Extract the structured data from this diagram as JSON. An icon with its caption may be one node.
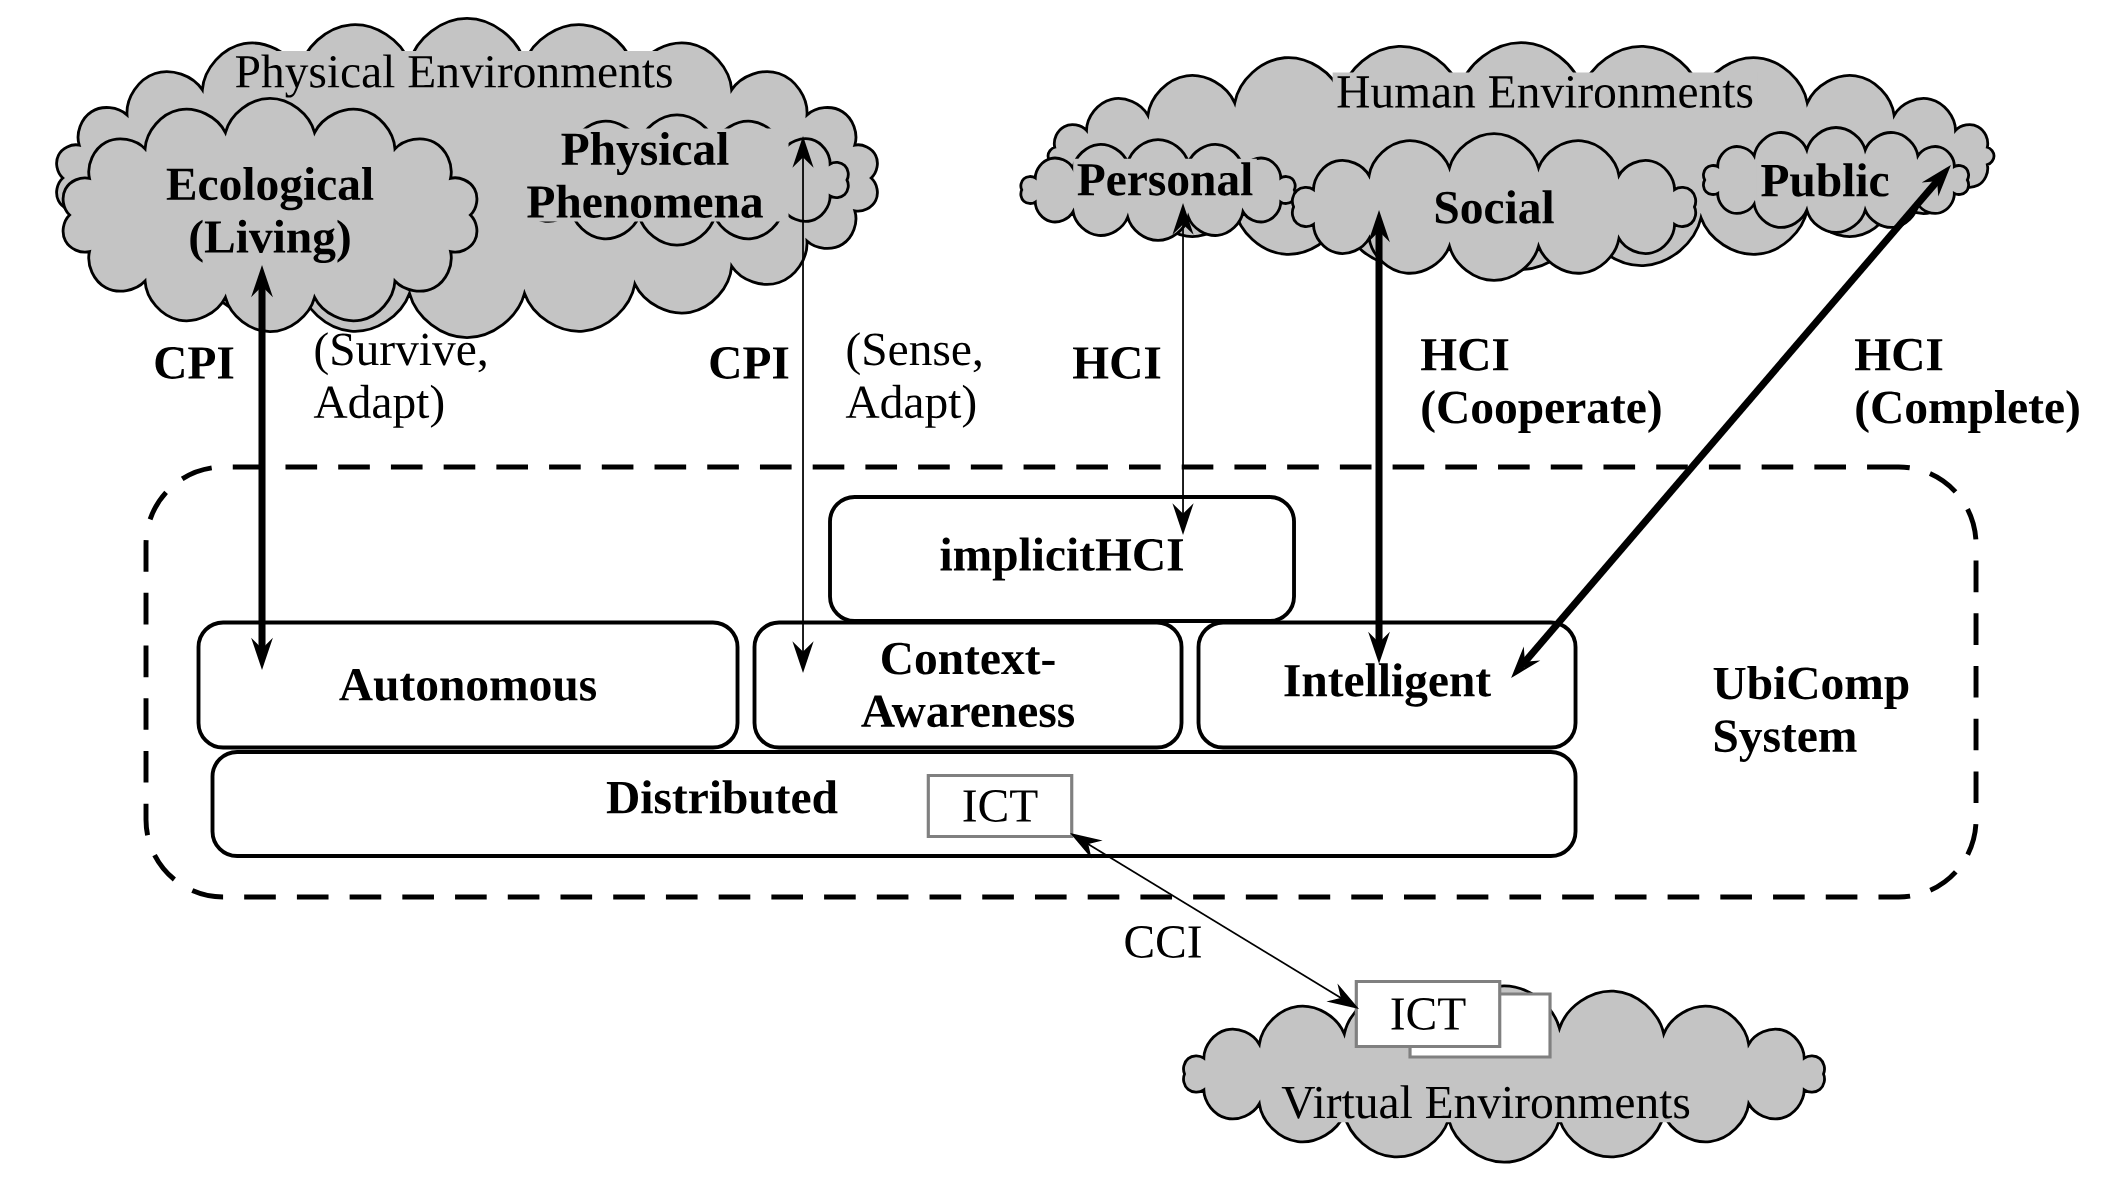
{
  "diagram": {
    "nodes": [
      {
        "text": [
          "Physical Environments"
        ]
      },
      {
        "text": [
          "Ecological (Living)"
        ],
        "in": 0
      },
      {
        "text": [
          "Physical Phenomena"
        ],
        "in": 0
      },
      {
        "text": [
          "Human Environments"
        ]
      },
      {
        "text": [
          "Personal"
        ],
        "in": 3
      },
      {
        "text": [
          "Social"
        ],
        "in": 3
      },
      {
        "text": [
          "Public"
        ],
        "in": 3
      },
      {
        "text": [
          "UbiComp System"
        ]
      },
      {
        "text": [
          "implicitHCI"
        ],
        "in": 7
      },
      {
        "text": [
          "Autonomous"
        ],
        "in": 7
      },
      {
        "text": [
          "Context-Awareness"
        ],
        "in": 7
      },
      {
        "text": [
          "Intelligent"
        ],
        "in": 7
      },
      {
        "text": [
          "Distributed"
        ],
        "in": 7
      },
      {
        "text": [
          "ICT"
        ],
        "in": 12
      },
      {
        "text": [
          "Virtual Environments"
        ]
      },
      {
        "text": [
          "ICT"
        ],
        "in": 14
      }
    ],
    "edges": [
      {
        "from": 1,
        "to": 9,
        "arrow": "both",
        "label": "CPI",
        "style": "thick"
      },
      {
        "from": 2,
        "to": 10,
        "arrow": "both",
        "label": "CPI"
      },
      {
        "from": 4,
        "to": 8,
        "arrow": "both",
        "label": "HCI"
      },
      {
        "from": 5,
        "to": 11,
        "arrow": "both",
        "label": "HCI (Cooperate)",
        "style": "thick"
      },
      {
        "from": 6,
        "to": 11,
        "arrow": "both",
        "label": "HCI (Complete)",
        "style": "thick"
      },
      {
        "from": 13,
        "to": 15,
        "arrow": "both",
        "label": "CCI"
      }
    ],
    "labels": [
      "(Survive, Adapt)",
      "(Sense, Adapt)"
    ]
  }
}
